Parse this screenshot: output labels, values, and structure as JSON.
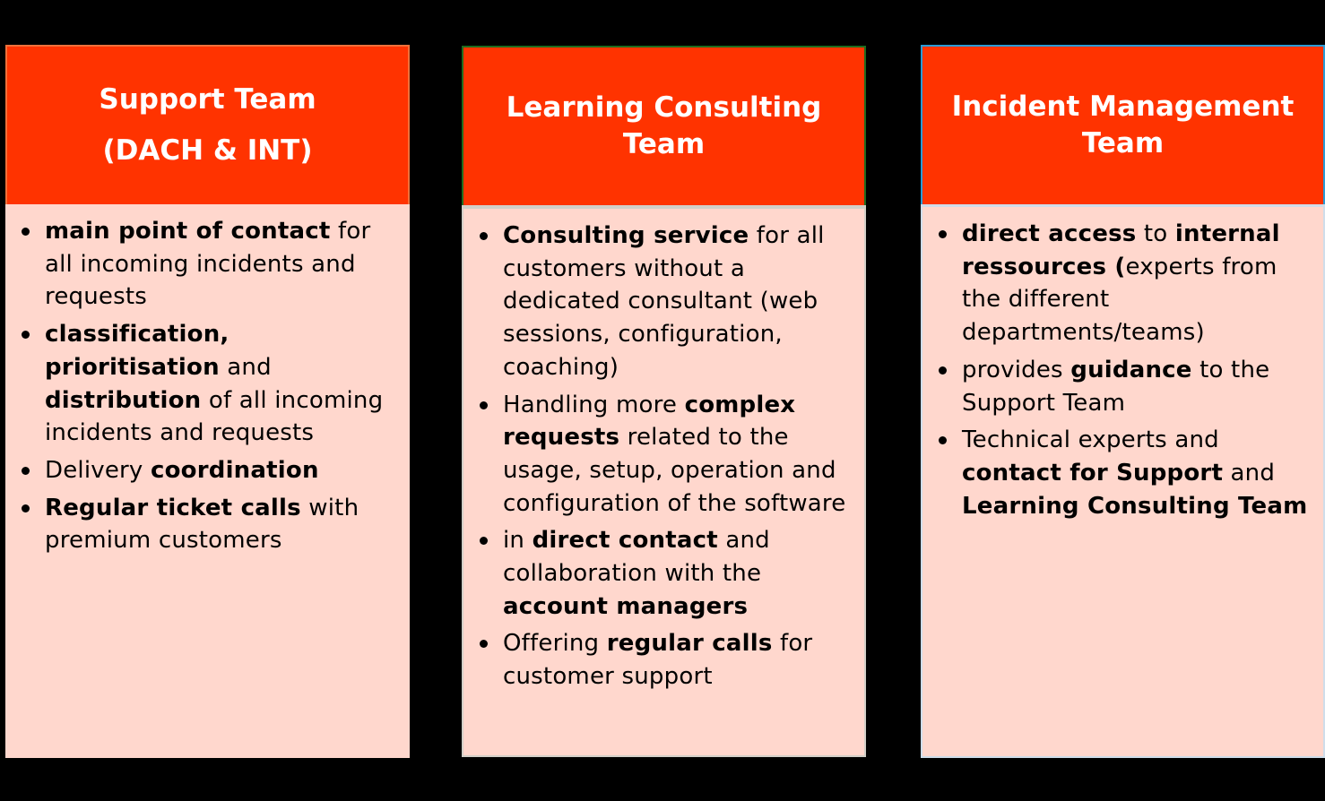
{
  "colors": {
    "background": "#000000",
    "header_fill": "#FF3300",
    "body_fill": "#FFD7CD",
    "header_text": "#FFFFFF",
    "body_text": "#000000",
    "border_support": "#F0703A",
    "border_learning": "#1E6B1E",
    "border_incident": "#2A9BD6"
  },
  "columns": [
    {
      "title_line1": "Support Team",
      "title_line2": "(DACH & INT)",
      "bullets": [
        [
          {
            "t": "main point of contact",
            "b": true
          },
          {
            "t": " for all incoming incidents and requests",
            "b": false
          }
        ],
        [
          {
            "t": "classification, prioritisation",
            "b": true
          },
          {
            "t": " and ",
            "b": false
          },
          {
            "t": "distribution",
            "b": true
          },
          {
            "t": " of all incoming incidents and requests",
            "b": false
          }
        ],
        [
          {
            "t": "Delivery ",
            "b": false
          },
          {
            "t": "coordination",
            "b": true
          }
        ],
        [
          {
            "t": "Regular ticket calls",
            "b": true
          },
          {
            "t": " with premium customers",
            "b": false
          }
        ]
      ]
    },
    {
      "title_line1": "Learning Consulting",
      "title_line2": "Team",
      "bullets": [
        [
          {
            "t": "Consulting service",
            "b": true
          },
          {
            "t": " for all customers without a dedicated consultant (web sessions, configuration, coaching)",
            "b": false
          }
        ],
        [
          {
            "t": "Handling more ",
            "b": false
          },
          {
            "t": "complex requests",
            "b": true
          },
          {
            "t": " related to the usage, setup, operation and configuration of the software",
            "b": false
          }
        ],
        [
          {
            "t": "in ",
            "b": false
          },
          {
            "t": "direct contact",
            "b": true
          },
          {
            "t": " and collaboration with the ",
            "b": false
          },
          {
            "t": "account managers",
            "b": true
          }
        ],
        [
          {
            "t": "Offering ",
            "b": false
          },
          {
            "t": "regular calls",
            "b": true
          },
          {
            "t": " for customer support",
            "b": false
          }
        ]
      ]
    },
    {
      "title_line1": "Incident Management",
      "title_line2": "Team",
      "bullets": [
        [
          {
            "t": "direct access",
            "b": true
          },
          {
            "t": " to ",
            "b": false
          },
          {
            "t": "internal ressources (",
            "b": true
          },
          {
            "t": "experts from the different departments/teams)",
            "b": false
          }
        ],
        [
          {
            "t": "provides ",
            "b": false
          },
          {
            "t": "guidance",
            "b": true
          },
          {
            "t": " to the Support Team",
            "b": false
          }
        ],
        [
          {
            "t": "Technical experts and ",
            "b": false
          },
          {
            "t": "contact for Support",
            "b": true
          },
          {
            "t": " and ",
            "b": false
          },
          {
            "t": "Learning Consulting Team",
            "b": true
          }
        ]
      ]
    }
  ]
}
